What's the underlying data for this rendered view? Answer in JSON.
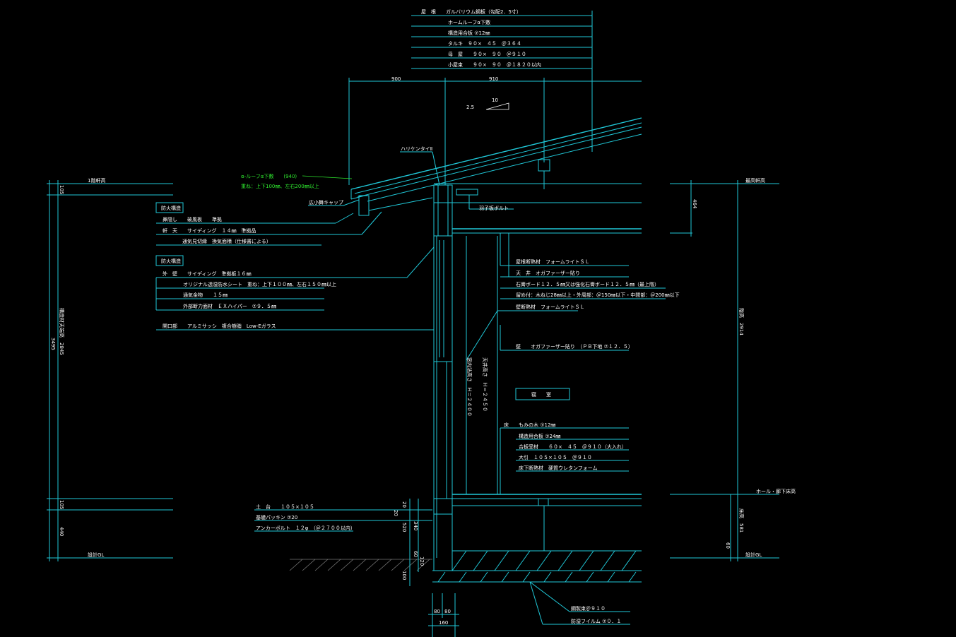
{
  "roof_notes": [
    "屋　根　　ガルバリウム鋼板（勾配2．5寸）",
    "ホームルーフα下敷",
    "構造用合板 ⑦12㎜",
    "タルキ　９０×　４５　＠３６４",
    "母　屋　　９０×　９０　＠９１０",
    "小屋束　　９０×　９０　＠１８２０以内"
  ],
  "top_dims": {
    "left": "900",
    "right": "910"
  },
  "pitch": {
    "run": "10",
    "rise": "2.5"
  },
  "hurricane": "ハリケンタイⅡ",
  "green_note": [
    "α-ルーフα下敷　　(940)",
    "重ね：上下100㎜、左右200㎜以上"
  ],
  "fascia_cap": "広小舞キャップ",
  "eave_label_left": "1階軒高",
  "eave_label_right": "最高軒高",
  "fireproof1": "防火構造",
  "fireproof2": "防火構造",
  "eave_notes": [
    "鼻隠し　　破風板　　準拠",
    "軒　天　　サイディング　１４㎜　準拠品",
    "通気見切縁　換気面積（仕様書による）"
  ],
  "wall_notes": [
    "外　壁　　サイディング　準拠板１６㎜",
    "オリジナル透湿防水シート　重ね：上下１００㎜、左右１５０㎜以上",
    "通気金物　　１５㎜",
    "外部断力面材　ＥＸハイパー　⑦９．５㎜"
  ],
  "opening_note": "開口部　　アルミサッシ　複合樹脂　Low-Eガラス",
  "bolt": "羽子板ボルト",
  "interior_notes": [
    "屋根断熱材　フォームライトＳＬ",
    "天　井　オガファーザー貼り",
    "石膏ボード１２．５㎜又は強化石膏ボード１２．５㎜（最上階）",
    "留め付：木ねじ28㎜以上・外周部：＠150㎜以下・中間部：＠200㎜以下",
    "壁断熱材　フォームライトＳＬ",
    "壁　　オガファーザー貼り　（ＰＢ下地 ⑦１２．５）"
  ],
  "room": "寝　　室",
  "heights": [
    "窓内法高さ　Ｈ＝２４００",
    "天井高さ　Ｈ＝２４５０"
  ],
  "floor_notes": [
    "床　　もみの木 ⑦12㎜",
    "構造用合板 ⑦24㎜",
    "合板受材　　６０×　４５　＠９１０（大入れ）",
    "大引　１０５×１０５　＠９１０",
    "床下断熱材　硬質ウレタンフォーム"
  ],
  "base_notes": [
    "土　台　　１０５×１０５",
    "基礎パッキン ⑦20",
    "アンカーボルト　１２φ　（＠２７００以内）"
  ],
  "bottom_notes": [
    "鋼製束＠９１０",
    "防湿フイルム ⑦０．１"
  ],
  "gl_left": "設計GL",
  "gl_right": "設計GL",
  "hall_label": "ホール・廊下床高",
  "left_dims": {
    "d105a": "105",
    "total": "3495",
    "floor_to_eave": "構造材天端高　2845",
    "d105b": "105",
    "d440": "440"
  },
  "right_dims": {
    "d464": "464",
    "clg": "階高　2914",
    "d581": "床高　581",
    "d60": "60"
  },
  "found_dims": {
    "a": "20",
    "b": "20",
    "c": "520",
    "d": "340",
    "e": "60",
    "f": "120",
    "g": "100"
  },
  "bottom_dims": {
    "w1": "80",
    "w2": "80",
    "w3": "160"
  }
}
